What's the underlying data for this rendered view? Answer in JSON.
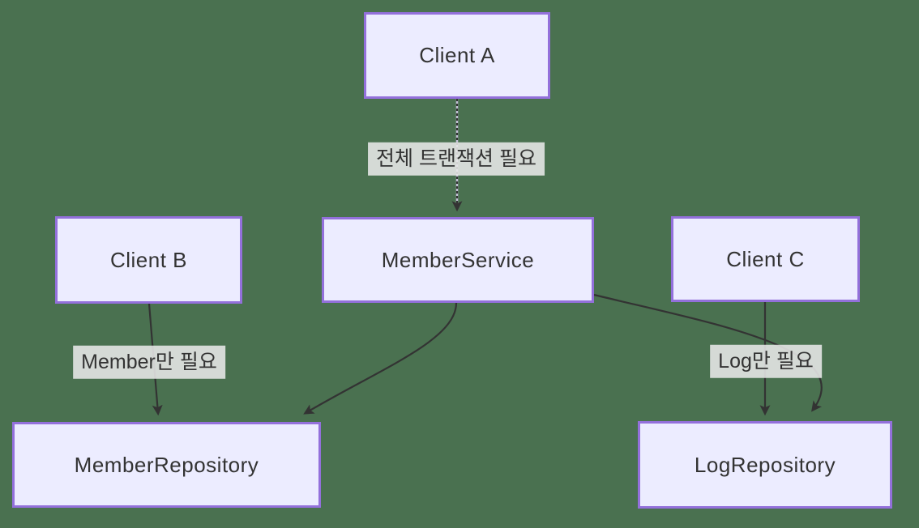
{
  "colors": {
    "background": "#4a7150",
    "node_fill": "#ececff",
    "node_border": "#9370db",
    "edge": "#333333",
    "edge_dotted_underlay": "#c3c0d6",
    "edge_label_bg": "#e8e8e8",
    "text": "#333333"
  },
  "nodes": {
    "client_a": {
      "label": "Client A"
    },
    "client_b": {
      "label": "Client B"
    },
    "client_c": {
      "label": "Client C"
    },
    "member_service": {
      "label": "MemberService"
    },
    "member_repository": {
      "label": "MemberRepository"
    },
    "log_repository": {
      "label": "LogRepository"
    }
  },
  "edges": [
    {
      "from": "Client A",
      "to": "MemberService",
      "label": "전체 트랜잭션 필요",
      "style": "dotted"
    },
    {
      "from": "Client B",
      "to": "MemberRepository",
      "label": "Member만 필요",
      "style": "solid"
    },
    {
      "from": "MemberService",
      "to": "MemberRepository",
      "label": "",
      "style": "solid"
    },
    {
      "from": "MemberService",
      "to": "LogRepository",
      "label": "",
      "style": "solid"
    },
    {
      "from": "Client C",
      "to": "LogRepository",
      "label": "Log만 필요",
      "style": "solid"
    }
  ]
}
